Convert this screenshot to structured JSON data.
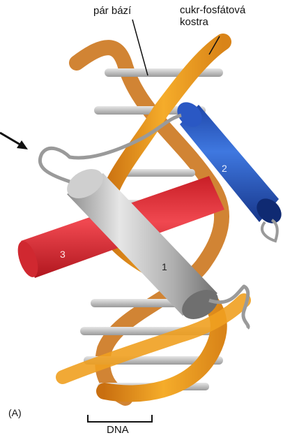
{
  "labels": {
    "base_pair": "pár bází",
    "backbone_line1": "cukr-fosfátová",
    "backbone_line2": "kostra",
    "panel": "(A)",
    "dna": "DNA"
  },
  "helices": {
    "helix1": "1",
    "helix2": "2",
    "helix3": "3"
  },
  "colors": {
    "ribbon": "#f0a020",
    "ribbon_dark": "#c96f10",
    "base_pair": "#c8c8c8",
    "helix_grey": "#b4b4b4",
    "helix_blue": "#2f5fc9",
    "helix_red": "#e03038",
    "loop_outline": "#9a9a9a"
  }
}
